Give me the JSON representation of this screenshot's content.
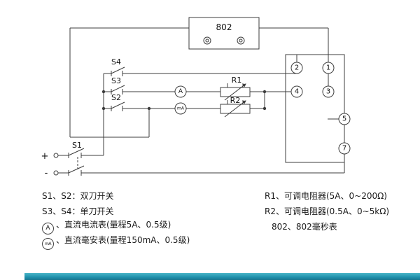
{
  "diagram": {
    "timer_label": "802",
    "terminals": [
      {
        "label": "2"
      },
      {
        "label": "1"
      },
      {
        "label": "4"
      },
      {
        "label": "3"
      },
      {
        "label": "5"
      },
      {
        "label": "7"
      }
    ],
    "switch_labels": {
      "s1": "S1",
      "s2": "S2",
      "s3": "S3",
      "s4": "S4"
    },
    "resistor_labels": {
      "r1": "R1",
      "r2": "R2"
    },
    "meter_labels": {
      "ammeter": "A",
      "milliammeter": "mA"
    },
    "polarity": {
      "plus": "+",
      "minus": "-"
    }
  },
  "legend": {
    "rows": [
      {
        "left": "S1、S2：双刀开关",
        "right": "R1、可调电阻器(5A、0~200Ω)"
      },
      {
        "left": "S3、S4：单刀开关",
        "right": "R2、可调电阻器(0.5A、0~5kΩ)"
      },
      {
        "left_symbol": "A",
        "left": "、直流电流表(量程5A、0.5级)",
        "right": "802、802毫秒表"
      },
      {
        "left_symbol": "mA",
        "left": "、直流毫安表(量程150mA、0.5级)",
        "right": ""
      }
    ]
  }
}
